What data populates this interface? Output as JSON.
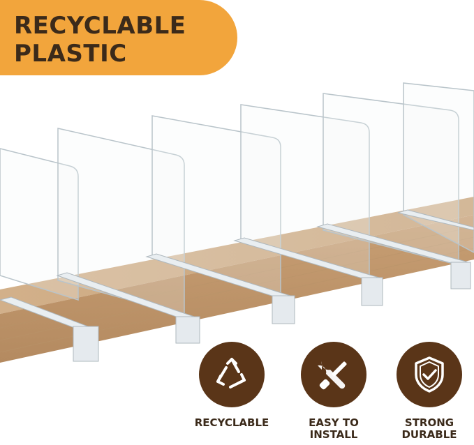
{
  "banner": {
    "line1": "RECYCLABLE",
    "line2": "PLASTIC"
  },
  "features": [
    {
      "icon": "recycle-icon",
      "label": "RECYCLABLE"
    },
    {
      "icon": "wrench-screwdriver-icon",
      "label": "EASY TO INSTALL"
    },
    {
      "icon": "shield-check-icon",
      "label_line1": "STRONG",
      "label_line2": "DURABLE"
    }
  ],
  "colors": {
    "banner": "#f2a53c",
    "badge": "#5a3518",
    "text": "#3b2a1a",
    "shelf": "#d4b48c"
  }
}
